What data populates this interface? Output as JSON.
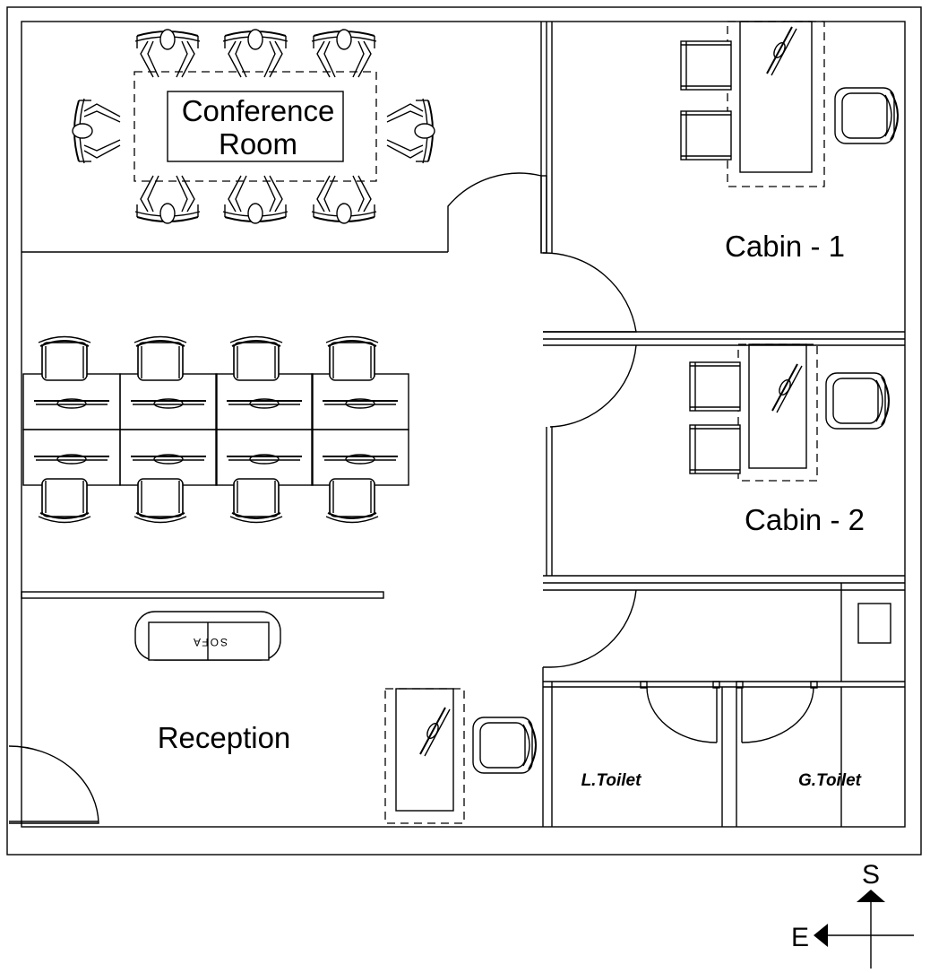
{
  "rooms": {
    "conference_line1": "Conference",
    "conference_line2": "Room",
    "cabin1": "Cabin - 1",
    "cabin2": "Cabin - 2",
    "reception": "Reception",
    "ladies_toilet": "L.Toilet",
    "gents_toilet": "G.Toilet"
  },
  "furniture": {
    "sofa_label": "SOFA"
  },
  "compass": {
    "south": "S",
    "east": "E"
  }
}
